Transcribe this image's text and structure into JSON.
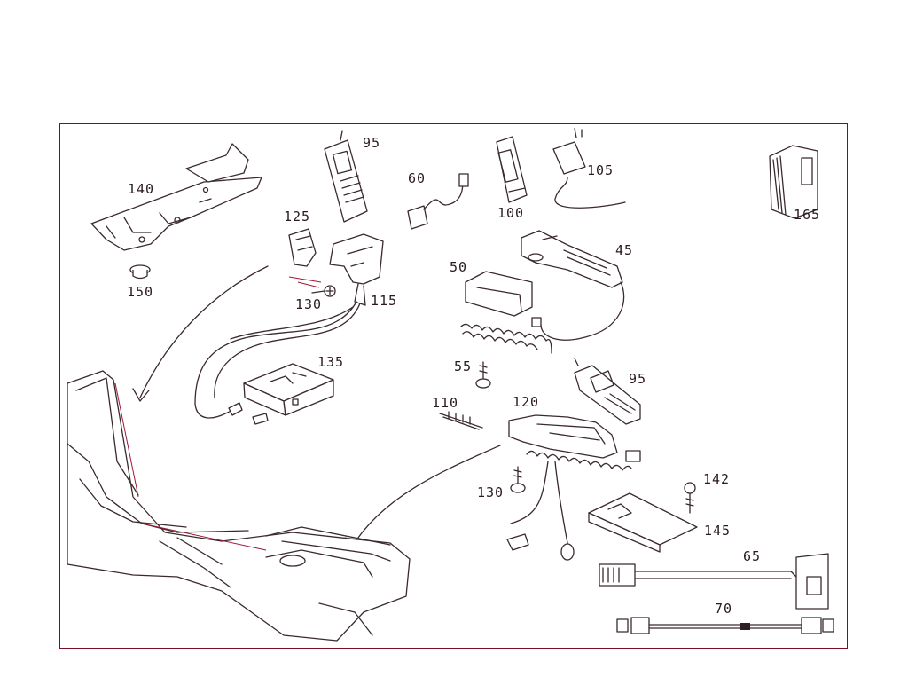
{
  "colors": {
    "border": "#7a1026",
    "ink": "#3a2a2e",
    "accent": "#a01838"
  },
  "callouts": {
    "c140": "140",
    "c150": "150",
    "c125": "125",
    "c95a": "95",
    "c130a": "130",
    "c115": "115",
    "c135": "135",
    "c60": "60",
    "c100": "100",
    "c105": "105",
    "c165": "165",
    "c45": "45",
    "c50": "50",
    "c55": "55",
    "c95b": "95",
    "c110": "110",
    "c120": "120",
    "c130b": "130",
    "c142": "142",
    "c145": "145",
    "c65": "65",
    "c70": "70"
  }
}
